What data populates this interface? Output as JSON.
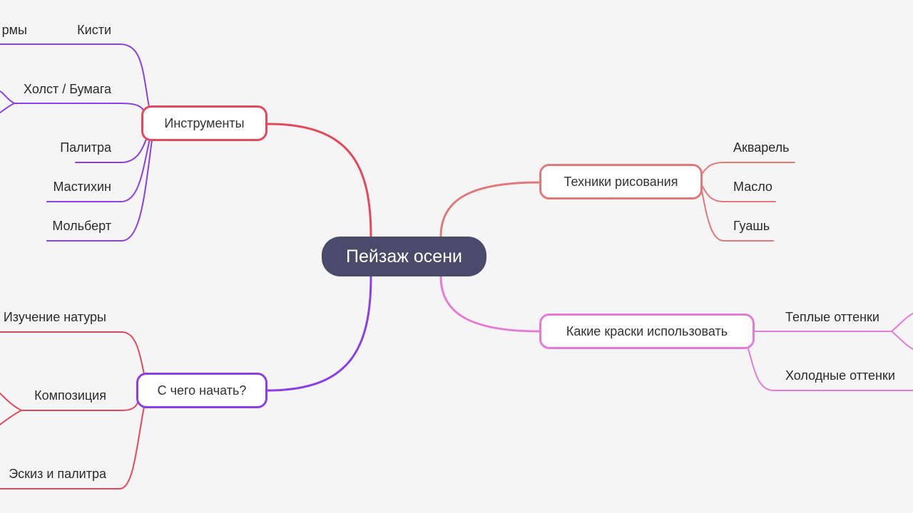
{
  "root": {
    "label": "Пейзаж осени"
  },
  "branches": [
    {
      "key": "tools",
      "label": "Инструменты",
      "color": "#e3495a",
      "leaf_color": "#8b3fe6",
      "leaves": [
        "Кисти",
        "Холст / Бумага",
        "Палитра",
        "Мастихин",
        "Мольберт"
      ],
      "clipped_leaf": "рмы"
    },
    {
      "key": "techniques",
      "label": "Техники рисования",
      "color": "#e07a7a",
      "leaf_color": "#e07a7a",
      "leaves": [
        "Акварель",
        "Масло",
        "Гуашь"
      ]
    },
    {
      "key": "start",
      "label": "С чего начать?",
      "color": "#8b3fe6",
      "leaf_color": "#e3495a",
      "leaves": [
        "Изучение натуры",
        "Композиция",
        "Эскиз и палитра"
      ]
    },
    {
      "key": "paints",
      "label": "Какие краски использовать",
      "color": "#e57bd6",
      "leaf_color": "#e57bd6",
      "leaves": [
        "Теплые оттенки",
        "Холодные оттенки"
      ]
    }
  ]
}
